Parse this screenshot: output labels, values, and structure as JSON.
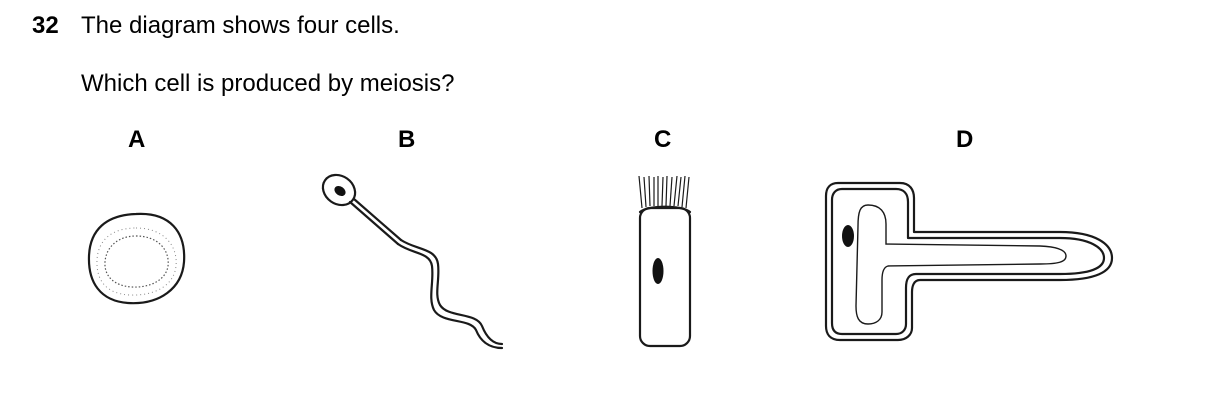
{
  "question": {
    "number": "32",
    "stem": "The diagram shows four cells.",
    "prompt": "Which cell is produced by meiosis?"
  },
  "options": [
    {
      "label": "A"
    },
    {
      "label": "B"
    },
    {
      "label": "C"
    },
    {
      "label": "D"
    }
  ]
}
